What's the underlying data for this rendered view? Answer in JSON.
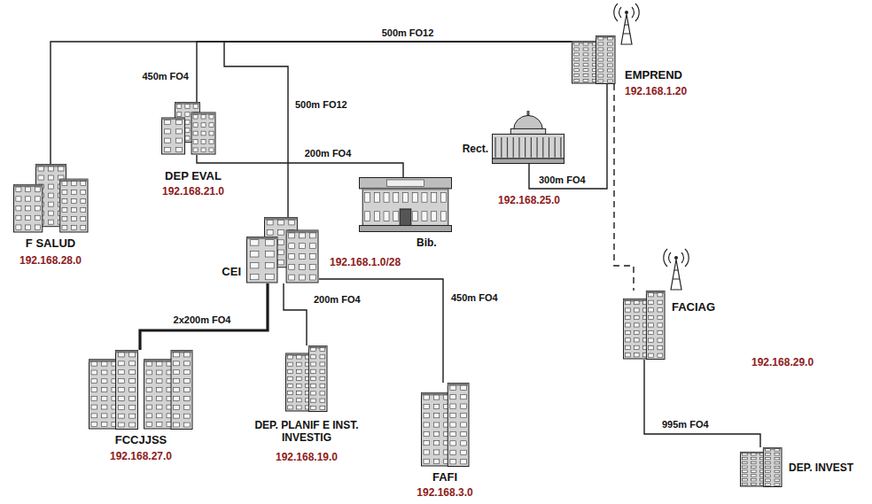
{
  "diagram": {
    "nodes": [
      {
        "text": [
          "F SALUD",
          "192.168.28.0"
        ]
      },
      {
        "text": [
          "DEP EVAL",
          "192.168.21.0"
        ]
      },
      {
        "text": [
          "Bib."
        ]
      },
      {
        "text": [
          "CEI",
          "192.168.1.0/28"
        ]
      },
      {
        "text": [
          "EMPREND",
          "192.168.1.20"
        ]
      },
      {
        "text": [
          "Rect.",
          "192.168.25.0"
        ]
      },
      {
        "text": [
          "FACIAG",
          "192.168.29.0"
        ]
      },
      {
        "text": [
          "FCCJJSS",
          "192.168.27.0"
        ]
      },
      {
        "text": [
          "DEP. PLANIF E INST. INVESTIG",
          "192.168.19.0"
        ]
      },
      {
        "text": [
          "FAFI",
          "192.168.3.0"
        ]
      },
      {
        "text": [
          "DEP. INVEST"
        ]
      }
    ],
    "edges": [
      {
        "from": 0,
        "to": 4,
        "label": "500m FO12",
        "arrow": "none"
      },
      {
        "from": 1,
        "to": 4,
        "label": "450m FO4",
        "arrow": "none"
      },
      {
        "from": 3,
        "to": 4,
        "label": "500m FO12",
        "arrow": "none"
      },
      {
        "from": 1,
        "to": 2,
        "label": "200m FO4",
        "arrow": "none"
      },
      {
        "from": 5,
        "to": 4,
        "label": "300m FO4",
        "arrow": "none"
      },
      {
        "from": 4,
        "to": 6,
        "arrow": "none"
      },
      {
        "from": 6,
        "to": 10,
        "label": "995m FO4",
        "arrow": "none"
      },
      {
        "from": 3,
        "to": 7,
        "label": "2x200m FO4",
        "arrow": "none"
      },
      {
        "from": 3,
        "to": 8,
        "label": "200m FO4",
        "arrow": "none"
      },
      {
        "from": 3,
        "to": 9,
        "label": "450m FO4",
        "arrow": "none"
      }
    ]
  }
}
